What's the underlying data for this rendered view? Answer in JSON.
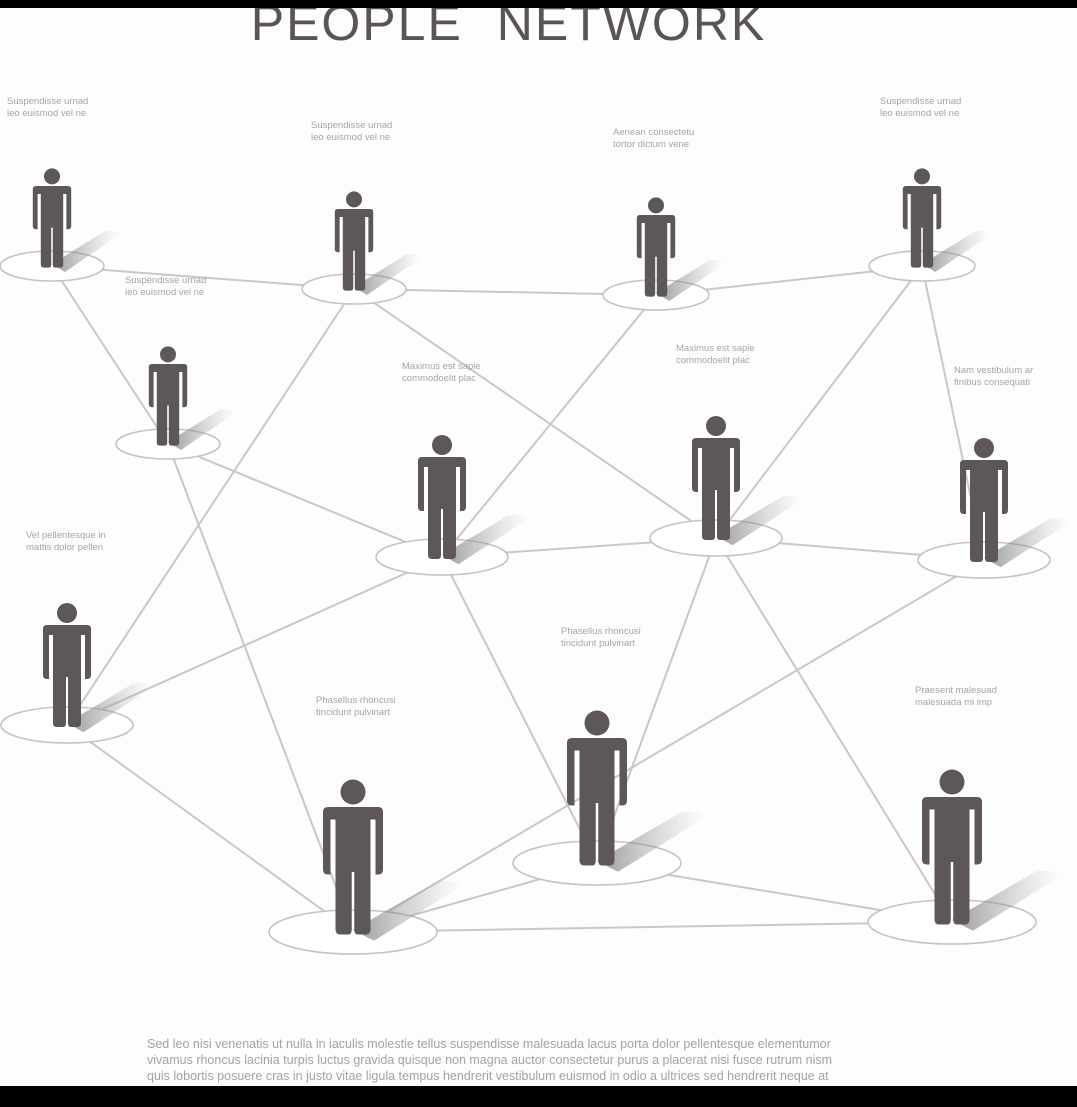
{
  "title": {
    "word1": "PEOPLE",
    "word2": "NETWORK"
  },
  "colors": {
    "figure": "#5e5759",
    "line": "#cbc6c7",
    "ellipse_stroke": "#c7c2c3",
    "label_text": "#a8a4a5",
    "title_text": "#5a5456"
  },
  "people": [
    {
      "id": "p1",
      "label": [
        "Suspendisse urnad",
        "leo euismod vel ne"
      ]
    },
    {
      "id": "p2",
      "label": [
        "Suspendisse urnad",
        "leo euismod vel ne"
      ]
    },
    {
      "id": "p3",
      "label": [
        "Aenean consectetu",
        "tortor dictum vene"
      ]
    },
    {
      "id": "p4",
      "label": [
        "Suspendisse urnad",
        "leo euismod vel ne"
      ]
    },
    {
      "id": "p5",
      "label": [
        "Suspendisse urnad",
        "leo euismod vel ne"
      ]
    },
    {
      "id": "p6",
      "label": [
        "Maximus est sapie",
        "commodoelit  plac"
      ]
    },
    {
      "id": "p7",
      "label": [
        "Maximus est sapie",
        "commodoelit  plac"
      ]
    },
    {
      "id": "p8",
      "label": [
        "Nam vestibulum ar",
        "finibus consequati"
      ]
    },
    {
      "id": "p9",
      "label": [
        "Vel pellentesque in",
        "mattis dolor pellen"
      ]
    },
    {
      "id": "p10",
      "label": [
        "Phasellus rhoncusi",
        "tincidunt pulvinart"
      ]
    },
    {
      "id": "p11",
      "label": [
        "Phasellus rhoncusi",
        "tincidunt pulvinart"
      ]
    },
    {
      "id": "p12",
      "label": [
        "Praesent malesuad",
        "malesuada mi  imp"
      ]
    }
  ],
  "connections": [
    [
      "p1",
      "p2"
    ],
    [
      "p1",
      "p5"
    ],
    [
      "p2",
      "p3"
    ],
    [
      "p2",
      "p9"
    ],
    [
      "p2",
      "p7"
    ],
    [
      "p3",
      "p4"
    ],
    [
      "p3",
      "p6"
    ],
    [
      "p4",
      "p8"
    ],
    [
      "p4",
      "p7"
    ],
    [
      "p5",
      "p6"
    ],
    [
      "p5",
      "p10"
    ],
    [
      "p6",
      "p7"
    ],
    [
      "p6",
      "p9"
    ],
    [
      "p6",
      "p11"
    ],
    [
      "p7",
      "p8"
    ],
    [
      "p7",
      "p11"
    ],
    [
      "p7",
      "p12"
    ],
    [
      "p8",
      "p10"
    ],
    [
      "p9",
      "p10"
    ],
    [
      "p10",
      "p11"
    ],
    [
      "p10",
      "p12"
    ],
    [
      "p11",
      "p12"
    ]
  ],
  "footer": {
    "line1": "Sed leo nisi venenatis ut nulla in iaculis molestie tellus suspendisse malesuada lacus porta dolor pellentesque elementumor",
    "line2": "vivamus rhoncus lacinia turpis luctus gravida quisque non magna auctor consectetur purus a placerat nisi fusce rutrum nism",
    "line3": "quis lobortis posuere cras in justo vitae ligula tempus hendrerit vestibulum euismod in odio a ultrices sed hendrerit neque at"
  }
}
